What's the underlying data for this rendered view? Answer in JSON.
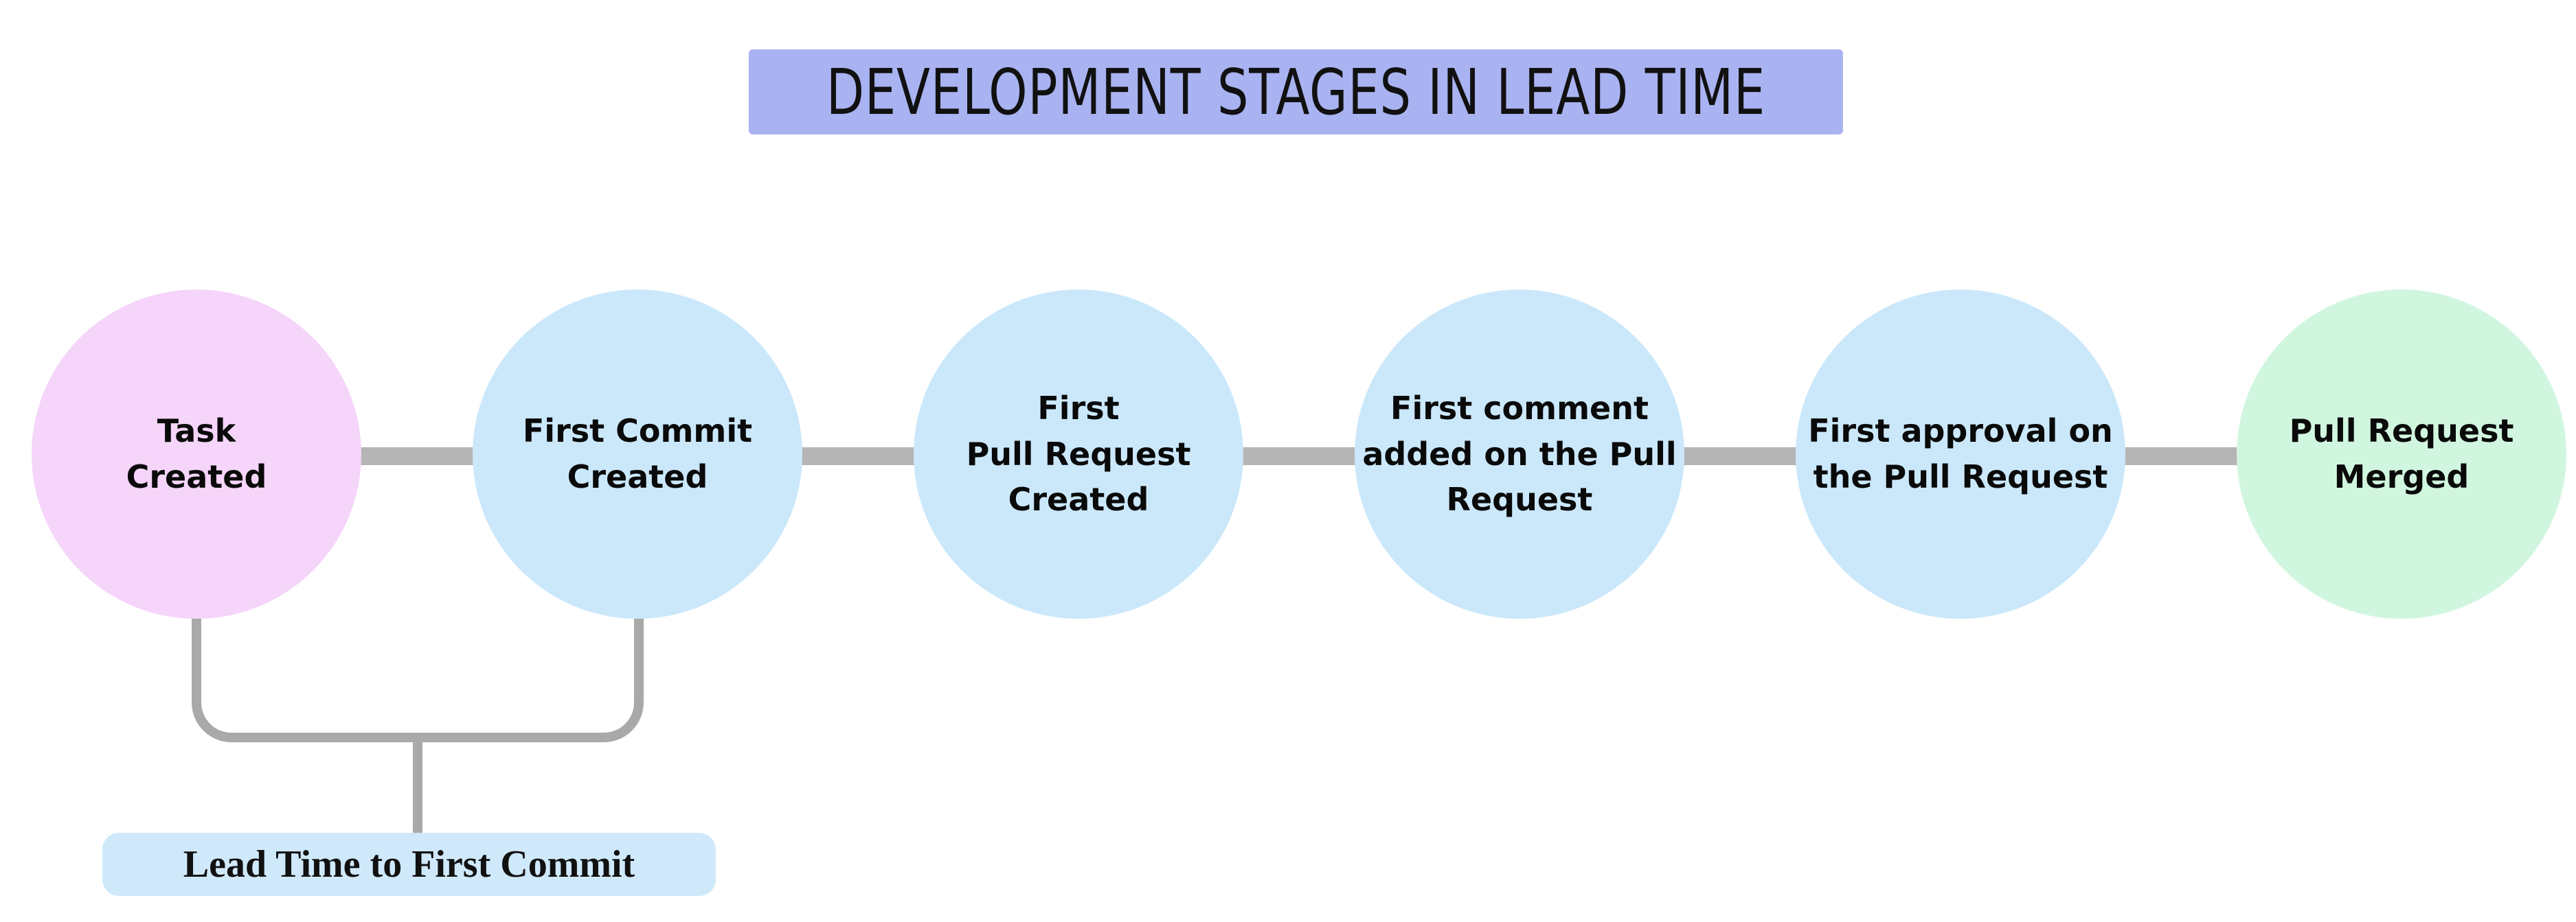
{
  "title": {
    "text": "DEVELOPMENT STAGES IN LEAD TIME"
  },
  "colors": {
    "title_bg": "#a9b3f1",
    "connector": "#b5b5b5",
    "bracket": "#a9a9a9",
    "stage_start": "#f5d5fa",
    "stage_mid": "#cbe8fb",
    "stage_end": "#d1f6df",
    "annotation_bg": "#cfe9fb",
    "text": "#0a0a0a"
  },
  "stages": [
    {
      "label": "Task\nCreated",
      "color": "#f5d5fa"
    },
    {
      "label": "First Commit\nCreated",
      "color": "#cbe8fb"
    },
    {
      "label": "First\nPull Request\nCreated",
      "color": "#cbe8fb"
    },
    {
      "label": "First comment\nadded on the Pull\nRequest",
      "color": "#cbe8fb"
    },
    {
      "label": "First approval on\nthe Pull Request",
      "color": "#cbe8fb"
    },
    {
      "label": "Pull Request\nMerged",
      "color": "#d1f6df"
    }
  ],
  "annotation": {
    "label": "Lead Time to First Commit"
  }
}
